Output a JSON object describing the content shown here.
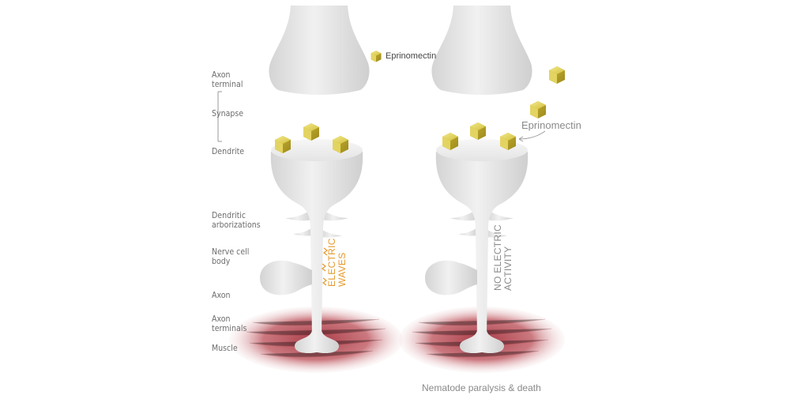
{
  "legend": {
    "label": "Eprinomectin",
    "color": "#d9c94a"
  },
  "labels": {
    "axon_terminal": "Axon\nterminal",
    "synapse": "Synapse",
    "dendrite": "Dendrite",
    "dendritic_arborizations": "Dendritic\narborizations",
    "nerve_cell_body": "Nerve cell\nbody",
    "axon": "Axon",
    "axon_terminals": "Axon\nterminals",
    "muscle": "Muscle"
  },
  "left_panel": {
    "signal_text": "ELECTRIC\nWAVES",
    "signal_color": "#e59a2c"
  },
  "right_panel": {
    "signal_text": "NO ELECTRIC\nACTIVITY",
    "signal_color": "#8a8a8a",
    "callout": "Eprinomectin",
    "caption": "Nematode paralysis & death"
  },
  "colors": {
    "neuron": "#e6e6e6",
    "muscle": "#b4424a",
    "cube": "#d9c94a"
  }
}
